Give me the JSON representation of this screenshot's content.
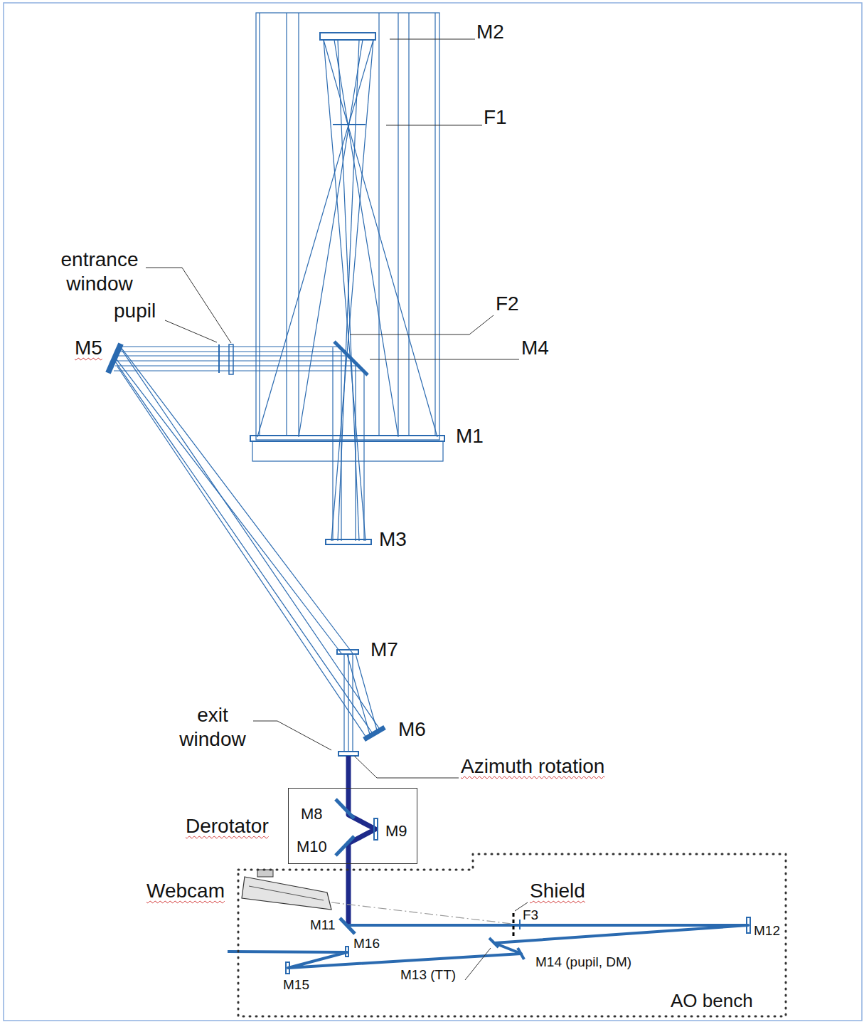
{
  "diagram": {
    "nodes": [
      {
        "text": [
          "Derotator",
          "M8",
          "M10",
          "M9"
        ]
      },
      {
        "text": [
          "AO bench"
        ]
      }
    ],
    "labels": [
      "M2",
      "F1",
      "entrance window",
      "pupil",
      "M5",
      "F2",
      "M4",
      "M1",
      "M3",
      "M7",
      "M6",
      "exit window",
      "Azimuth rotation",
      "Webcam",
      "Shield",
      "F3",
      "M11",
      "M12",
      "M16",
      "M13 (TT)",
      "M14 (pupil, DM)",
      "M15"
    ]
  }
}
